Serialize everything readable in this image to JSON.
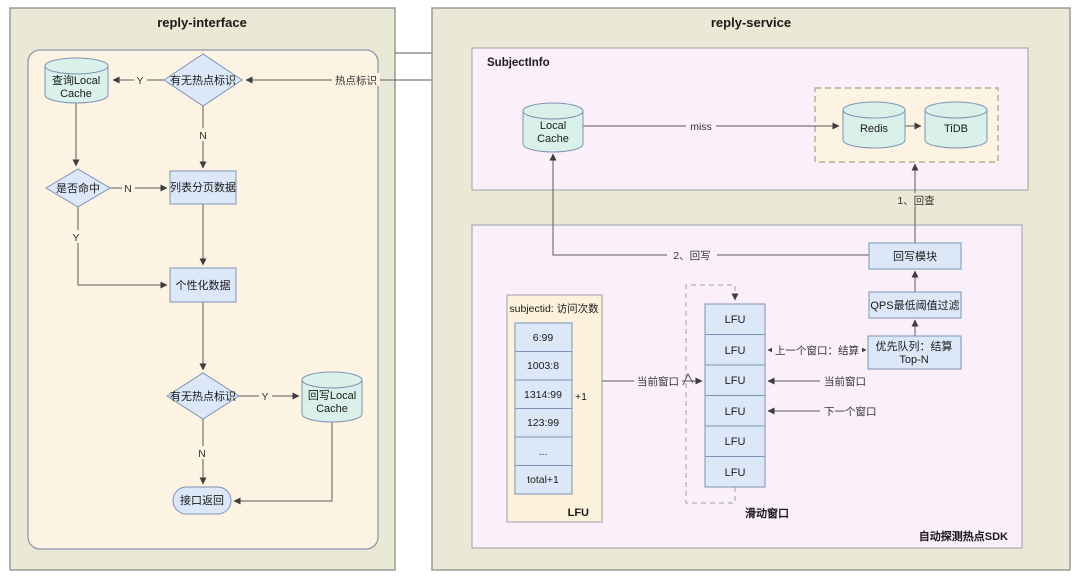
{
  "colors": {
    "panel_beige": "#e9e9d5",
    "panel_border": "#9a9a9a",
    "cream": "#fdf3e3",
    "pink": "#fbf0f9",
    "node_blue": "#dce8f8",
    "node_stroke": "#7d92b5",
    "cyl_teal": "#d9f1ea",
    "lfu_cream": "#fcf2dc",
    "edge": "#5a5a5a"
  },
  "left_panel": {
    "title": "reply-interface",
    "query_cache": {
      "line1": "查询Local",
      "line2": "Cache"
    },
    "hotspot_check_top": "有无热点标识",
    "hit_check": "是否命中",
    "list_page_data": "列表分页数据",
    "personalized_data": "个性化数据",
    "hotspot_check_bottom": "有无热点标识",
    "writeback_cache": {
      "line1": "回写Local",
      "line2": "Cache"
    },
    "api_return": "接口返回",
    "labels": {
      "hotspot_flag": "热点标识",
      "y1": "Y",
      "n1": "N",
      "n2": "N",
      "y2": "Y",
      "y3": "Y",
      "n3": "N"
    }
  },
  "right_panel": {
    "title": "reply-service",
    "subject_info": {
      "title": "SubjectInfo",
      "local_cache": {
        "line1": "Local",
        "line2": "Cache"
      },
      "miss_label": "miss",
      "redis": "Redis",
      "tidb": "TiDB"
    },
    "sdk": {
      "title": "自动探测热点SDK",
      "writeback_module": "回写模块",
      "qps_filter": "QPS最低阈值过滤",
      "priority_queue": {
        "line1": "优先队列：结算",
        "line2": "Top-N"
      },
      "labels": {
        "lookup": "1、回查",
        "writeback": "2、回写",
        "prev_window": "上一个窗口：结算",
        "current_window_right": "当前窗口",
        "next_window": "下一个窗口",
        "current_window_left": "当前窗口",
        "sliding_window": "滑动窗口",
        "plus_one": "+1",
        "lfu_caption": "LFU"
      },
      "lfu_table": {
        "header": "subjectid: 访问次数",
        "cells": [
          "6:99",
          "1003:8",
          "1314:99",
          "123:99",
          "...",
          "total+1"
        ]
      },
      "lfu_stack": [
        "LFU",
        "LFU",
        "LFU",
        "LFU",
        "LFU",
        "LFU"
      ]
    }
  }
}
